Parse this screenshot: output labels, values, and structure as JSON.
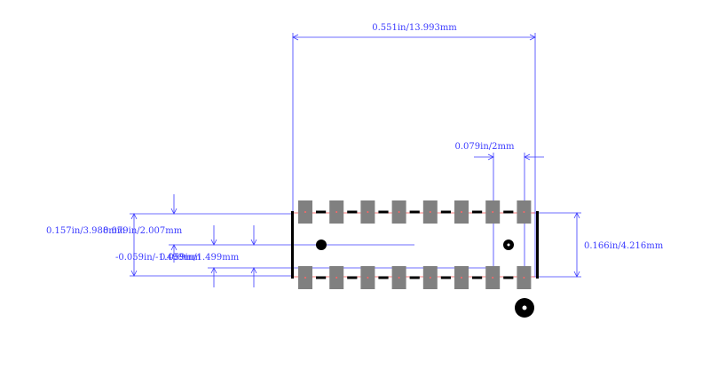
{
  "colors": {
    "dimension": "#3b3bff",
    "pad": "#808080",
    "body_edge": "#000000",
    "center_line": "#ff4d4d",
    "text": "#3b3bff"
  },
  "dimensions": {
    "overall_length": "0.551in/13.993mm",
    "pitch": "0.079in/2mm",
    "overall_height": "0.166in/4.216mm",
    "left_top": "0.157in/3.988mm",
    "left_top_overlap": "0.079in/2.007mm",
    "left_bottom": "-0.059in/-1.499mm",
    "left_bottom_overlap": "0.059in/1.499mm"
  },
  "pad_count_per_row": 8
}
